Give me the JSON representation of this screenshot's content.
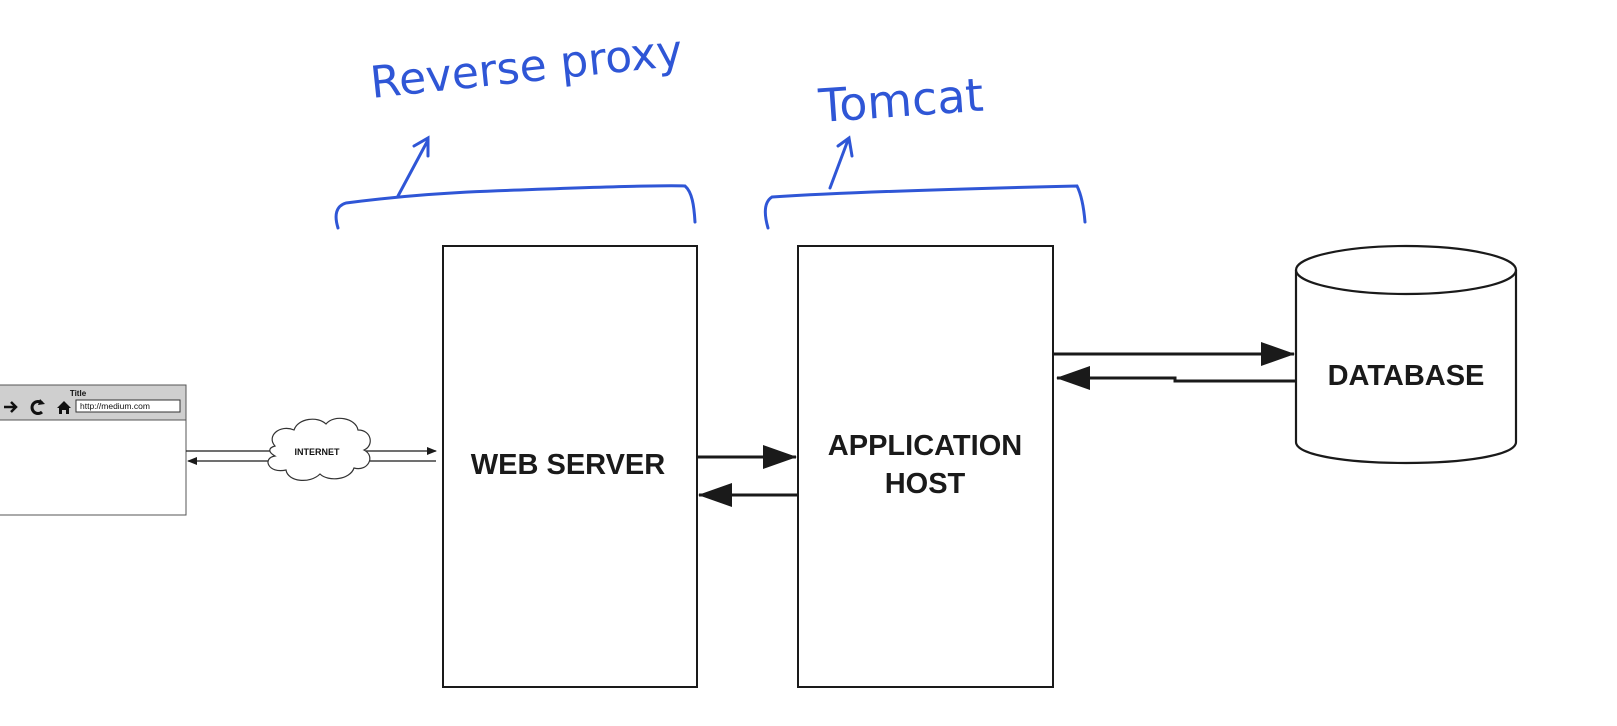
{
  "annotations": {
    "left_note": "Reverse proxy",
    "right_note": "Tomcat"
  },
  "browser": {
    "title": "Title",
    "url": "http://medium.com",
    "icons": [
      "back-arrow-icon",
      "reload-icon",
      "home-icon"
    ]
  },
  "cloud": {
    "label": "INTERNET"
  },
  "nodes": {
    "web_server": {
      "label": "WEB SERVER"
    },
    "app_host": {
      "label_line1": "APPLICATION",
      "label_line2": "HOST"
    },
    "database": {
      "label": "DATABASE"
    }
  },
  "colors": {
    "ink": "#1a1a1a",
    "pen": "#2f56d6",
    "browser_bar": "#cfcfcf"
  }
}
